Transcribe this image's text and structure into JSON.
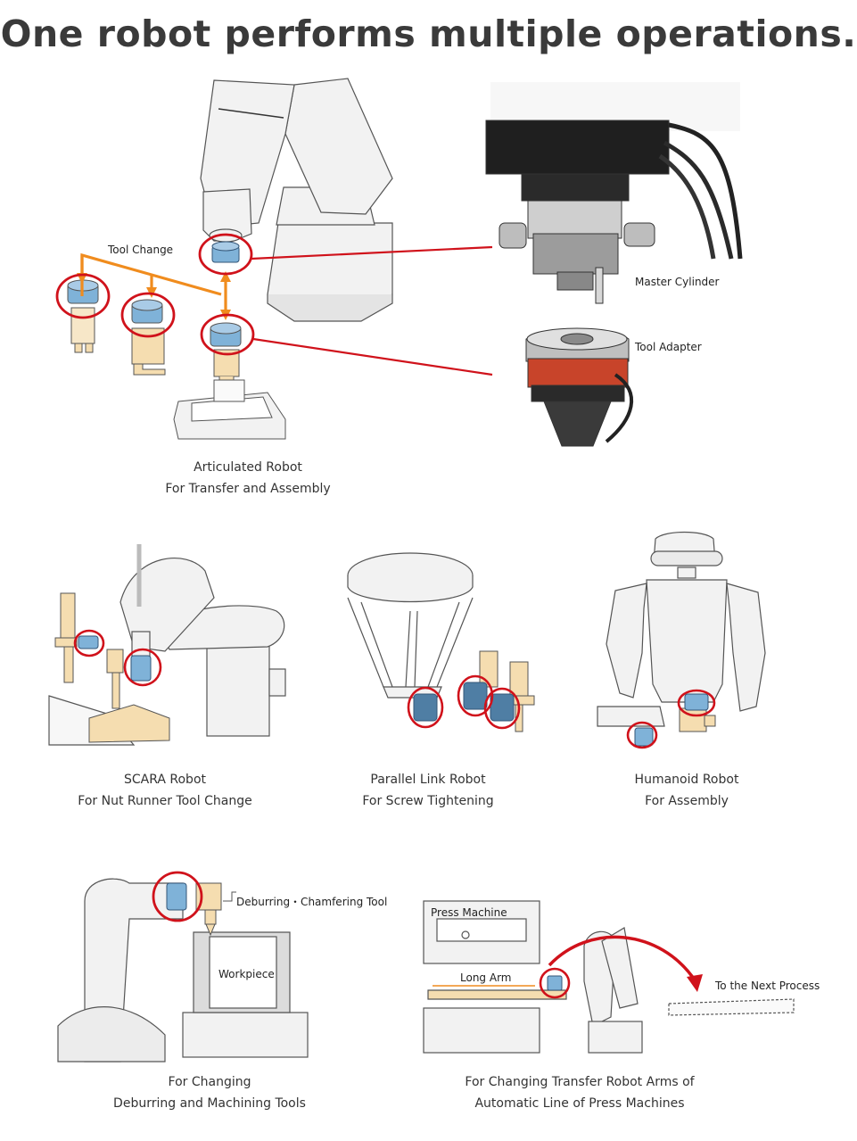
{
  "title": "One robot performs multiple operations.",
  "colors": {
    "highlight_red": "#d0121b",
    "tool_change_orange": "#f08c1e",
    "robot_gray": "#f2f2f2",
    "outline": "#555555",
    "tool_beige": "#f5ddb0",
    "changer_blue": "#7fb2d8",
    "adapter_red": "#c8442a"
  },
  "articulated": {
    "tool_change_label": "Tool Change",
    "master_cylinder_label": "Master Cylinder",
    "tool_adapter_label": "Tool Adapter",
    "caption_line1": "Articulated Robot",
    "caption_line2": "For Transfer and Assembly"
  },
  "scara": {
    "caption_line1": "SCARA Robot",
    "caption_line2": "For Nut Runner Tool Change"
  },
  "parallel": {
    "caption_line1": "Parallel Link Robot",
    "caption_line2": "For Screw Tightening"
  },
  "humanoid": {
    "caption_line1": "Humanoid Robot",
    "caption_line2": "For Assembly"
  },
  "deburring": {
    "tool_label": "Deburring・Chamfering Tool",
    "workpiece_label": "Workpiece",
    "caption_line1": "For Changing",
    "caption_line2": "Deburring and Machining Tools"
  },
  "press": {
    "press_machine_label": "Press Machine",
    "long_arm_label": "Long Arm",
    "next_process_label": "To the Next Process",
    "caption_line1": "For Changing Transfer Robot Arms of",
    "caption_line2": "Automatic Line of Press Machines"
  }
}
